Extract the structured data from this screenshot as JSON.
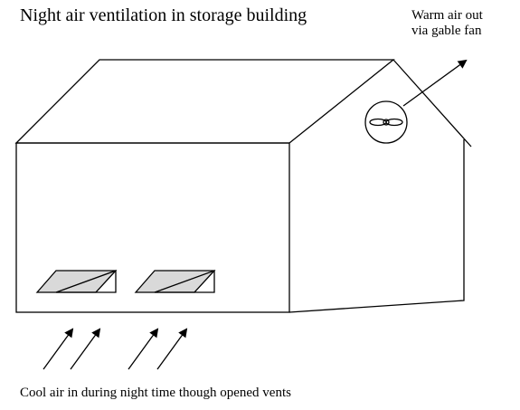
{
  "title": "Night air ventilation in storage building",
  "labels": {
    "warm_air_line1": "Warm air out",
    "warm_air_line2": "via gable fan",
    "cool_air": "Cool air in during night time though opened vents"
  },
  "icons": {
    "fan": "gable-fan-icon",
    "vent": "opened-vent-icon",
    "arrow": "airflow-arrow-icon"
  },
  "colors": {
    "line": "#000000",
    "vent_fill": "#d9d9d9",
    "background": "#ffffff"
  }
}
